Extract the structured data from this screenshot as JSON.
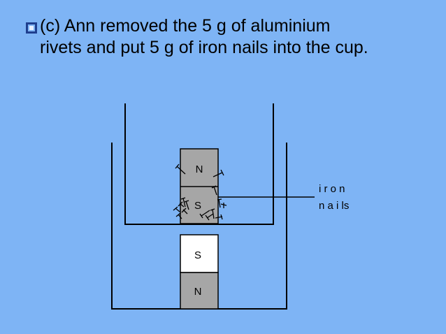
{
  "slide": {
    "line1": "(c) Ann removed the 5 g of aluminium",
    "line2": "rivets and put 5 g of iron nails into the cup."
  },
  "diagram": {
    "label_line1": "i r o n",
    "label_line2": "n a i ls",
    "upper_magnet_top_pole": "N",
    "upper_magnet_bottom_pole": "S",
    "lower_magnet_top_pole": "S",
    "lower_magnet_bottom_pole": "N"
  },
  "colors": {
    "background": "#7eb4f5",
    "magnet_grey": "#a6a6a6",
    "magnet_white": "#ffffff"
  }
}
